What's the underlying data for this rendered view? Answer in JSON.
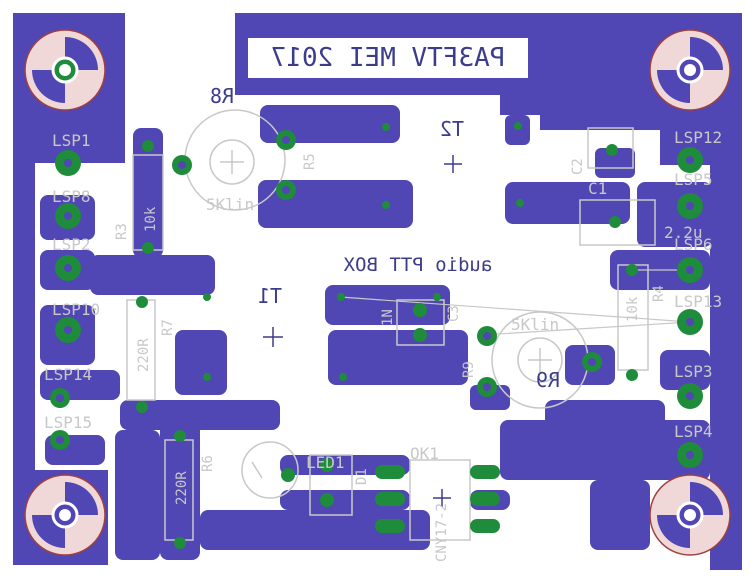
{
  "colors": {
    "background": "#ffffff",
    "copper": "#5046b4",
    "pad": "#1e8c3a",
    "silk": "#c8c8c8",
    "outline": "#a04040",
    "text": "#3c3c8c"
  },
  "title_text": "PA3FTV MEI 2017",
  "subtitle_text": "audio PTT BOX",
  "labels": {
    "lsp1": "LSP1",
    "lsp8": "LSP8",
    "lsp2": "LSP2",
    "lsp10": "LSP10",
    "lsp14": "LSP14",
    "lsp15": "LSP15",
    "lsp12": "LSP12",
    "lsp5": "LSP5",
    "lsp6": "LSP6",
    "lsp13": "LSP13",
    "lsp3": "LSP3",
    "lsp4": "LSP4",
    "r8": "R8",
    "r9": "R9",
    "t1": "T1",
    "t2": "T2",
    "c1": "C1",
    "c2": "C2",
    "c3": "C3",
    "r3": "R3",
    "r4": "R4",
    "r5": "R5",
    "r6": "R6",
    "r7": "R7",
    "led1": "LED1",
    "d1": "D1",
    "ok1": "OK1",
    "cny17": "CNY17-2",
    "v5klin": "5Klin",
    "v5klin2": "5Klin",
    "v10k": "10k",
    "v10k2": "10k",
    "v220r": "220R",
    "v220r2": "220R",
    "v1n": "1N",
    "v22u": "2.2u"
  }
}
